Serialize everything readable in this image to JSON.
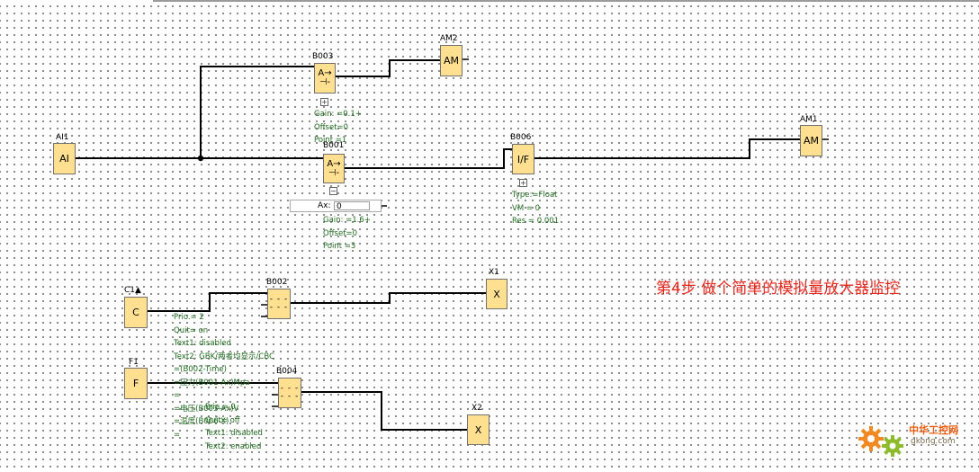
{
  "blocks": {
    "ai1": {
      "name": "AI1",
      "symbol": "AI"
    },
    "am2": {
      "name": "AM2",
      "symbol": "AM"
    },
    "am1": {
      "name": "AM1",
      "symbol": "AM"
    },
    "b003": {
      "name": "B003",
      "symbol_top": "A→",
      "symbol_bottom": "⊣-",
      "params": [
        "Gain: =0.1+",
        "Offset=0",
        "Point =1"
      ]
    },
    "b001": {
      "name": "B001",
      "symbol_top": "A→",
      "symbol_bottom": "⊣-",
      "params": [
        "Gain: =1.6+",
        "Offset=0",
        "Point =3"
      ],
      "ax_label": "Ax:",
      "ax_value": "0"
    },
    "b006": {
      "name": "B006",
      "symbol": "I/F",
      "params": [
        "Type:=Float",
        "VM = 0",
        "Res = 0.001"
      ]
    },
    "c1": {
      "name": "C1▲",
      "symbol": "C"
    },
    "f1": {
      "name": "F1",
      "symbol": "F"
    },
    "b002": {
      "name": "B002",
      "symbol_top": "- - -",
      "symbol_bottom": "- - -",
      "params": [
        "Prio.= 2",
        "Quit= on",
        "Text1: disabled",
        "Text2: GBK/两者均显示/CBC",
        "=(B002-Time)",
        "=压力(B001-Ax)Mpa",
        "=",
        "=电压(B003-Ax)V",
        "=温度(B006-X)",
        "="
      ]
    },
    "b004": {
      "name": "B004",
      "symbol_top": "- - -",
      "symbol_bottom": "- - -",
      "params": [
        "Prio.= 0",
        "Quit= off",
        "Text1: disabled",
        "Text2: enabled"
      ]
    },
    "x1": {
      "name": "X1",
      "symbol": "X"
    },
    "x2": {
      "name": "X2",
      "symbol": "X"
    }
  },
  "annotation": "第4步 做个简单的模拟量放大器监控",
  "watermark": {
    "title": "中华工控网",
    "url": "gkong.com"
  },
  "colors": {
    "block_fill": "#ffe090",
    "param_text": "#1d6a1d",
    "annotation": "#e8271d"
  }
}
